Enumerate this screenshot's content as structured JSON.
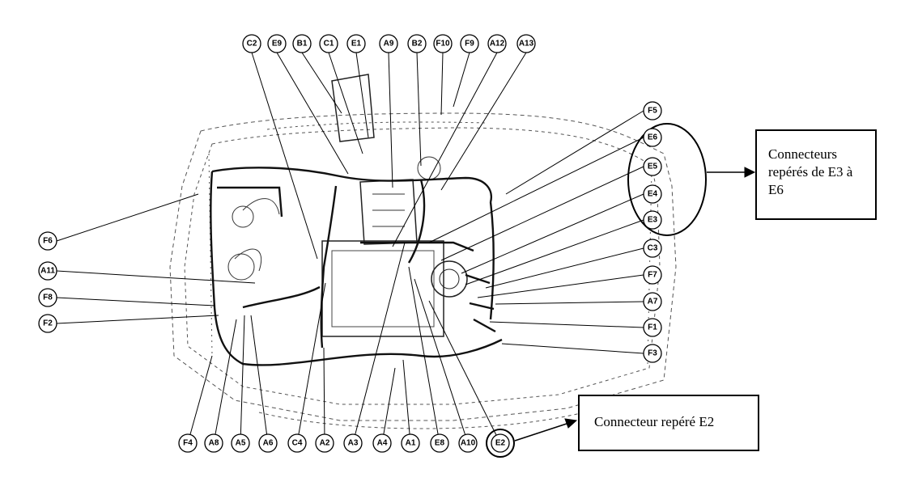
{
  "labels": {
    "top": [
      "C2",
      "E9",
      "B1",
      "C1",
      "E1",
      "A9",
      "B2",
      "F10",
      "F9",
      "A12",
      "A13"
    ],
    "right": [
      "F5",
      "E6",
      "E5",
      "E4",
      "E3",
      "C3",
      "F7",
      "A7",
      "F1",
      "F3"
    ],
    "left": [
      "F6",
      "A11",
      "F8",
      "F2"
    ],
    "bottom": [
      "F4",
      "A8",
      "A5",
      "A6",
      "C4",
      "A2",
      "A3",
      "A4",
      "A1",
      "E8",
      "A10",
      "E2"
    ]
  },
  "callouts": {
    "e3_e6": "Connecteurs repérés de E3 à E6",
    "e2": "Connecteur repéré E2"
  }
}
